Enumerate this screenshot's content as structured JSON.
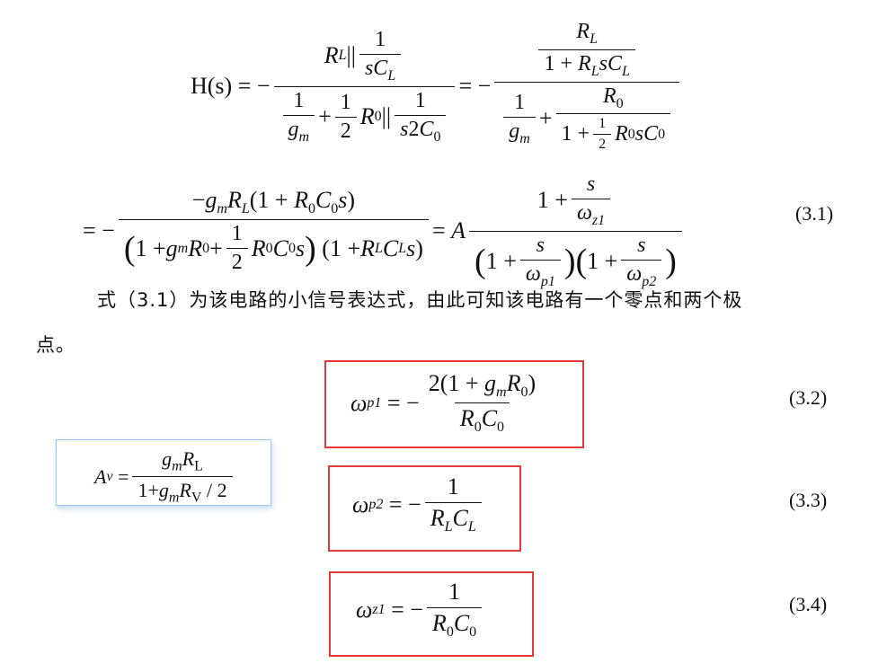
{
  "eq_hs_line1": {
    "lhs": "H(s) = −",
    "frac1_num": "R_L || 1/(sC_L)",
    "frac1_den": "1/g_m + ½R_0 || 1/(s2C_0)",
    "mid": "= −",
    "frac2_num": "R_L / (1 + R_L s C_L)",
    "frac2_den": "1/g_m + R_0/(1 + ½R_0 s C_0)"
  },
  "eq_3_1": {
    "lead": "= −",
    "num": "−g_m R_L(1 + R_0 C_0 s)",
    "den": "(1 + g_m R_0 + ½R_0 C_0 s)(1 + R_L C_L s)",
    "eqA": "= A",
    "label": "(3.1)"
  },
  "paragraph": {
    "line1": "式（3.1）为该电路的小信号表达式，由此可知该电路有一个零点和两个极",
    "line2": "点。"
  },
  "eq_3_2": {
    "label": "(3.2)",
    "lhs": "ω",
    "sub": "p1"
  },
  "eq_3_3": {
    "label": "(3.3)",
    "lhs": "ω",
    "sub": "p2"
  },
  "eq_3_4": {
    "label": "(3.4)",
    "lhs": "ω",
    "sub": "z1"
  },
  "side_formula": {
    "lhs": "A",
    "sub": "v"
  },
  "colors": {
    "red_box": "#e23a3a",
    "blue_box": "#9cc7ee"
  }
}
